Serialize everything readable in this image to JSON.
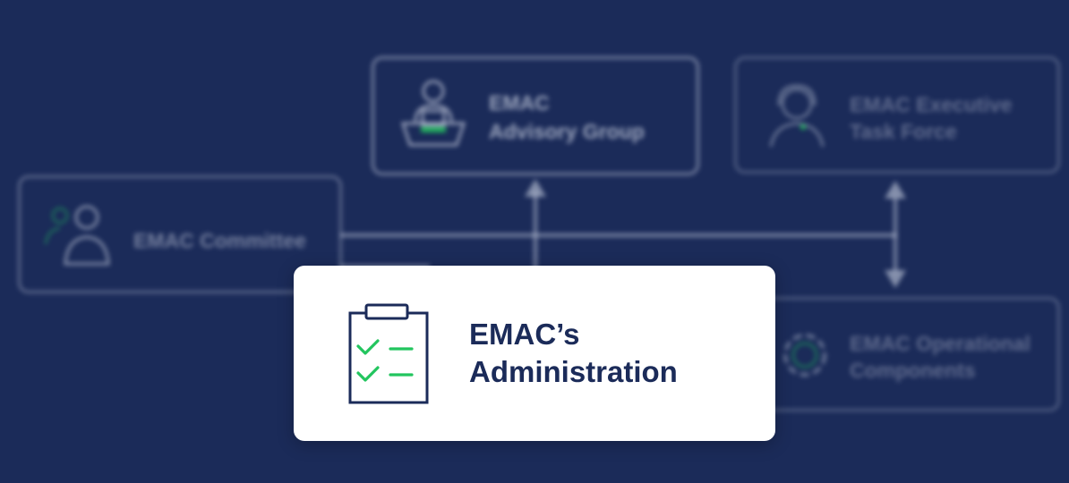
{
  "diagram": {
    "nodes": {
      "advisory_group": {
        "line1": "EMAC",
        "line2": "Advisory Group"
      },
      "executive_task_force": {
        "line1": "EMAC Executive",
        "line2": "Task Force"
      },
      "committee": {
        "label": "EMAC Committee"
      },
      "operational_components": {
        "line1": "EMAC Operational",
        "line2": "Components"
      }
    },
    "highlight": {
      "line1": "EMAC’s",
      "line2": "Administration"
    }
  },
  "colors": {
    "background": "#1b2b59",
    "card": "#ffffff",
    "title_text": "#1b2b59",
    "accent_green": "#22c55e",
    "icon_navy": "#1b2b59"
  },
  "icons": {
    "advisory_group": "person-at-desk-icon",
    "executive_task_force": "headset-agent-icon",
    "committee": "users-icon",
    "operational_components": "gear-icon",
    "administration": "clipboard-checklist-icon"
  }
}
